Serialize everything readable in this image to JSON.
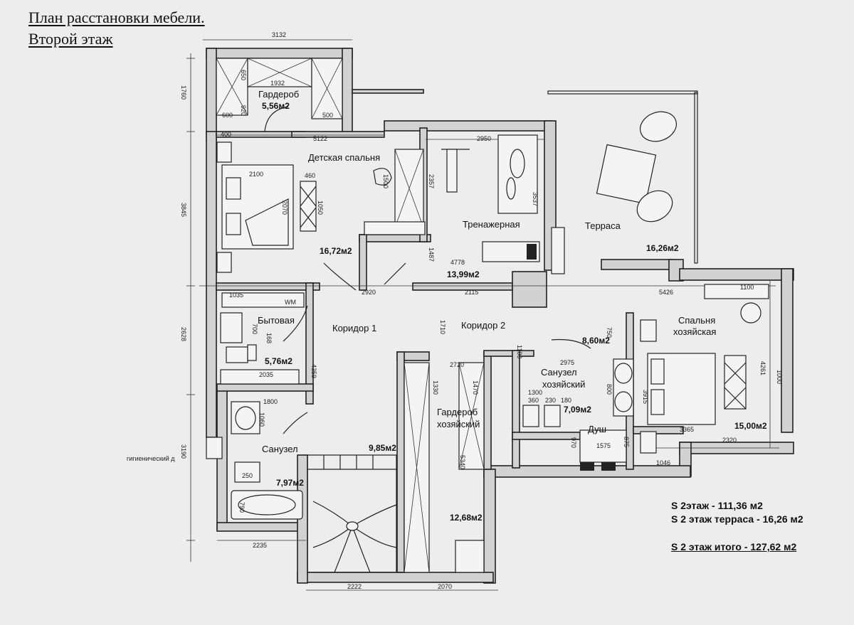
{
  "title_line1": "План расстановки мебели.",
  "title_line2": "Второй этаж",
  "rooms": {
    "wardrobe_top": {
      "name": "Гардероб",
      "area": "5,56м2"
    },
    "kids_bedroom": {
      "name": "Детская спальня",
      "area": "16,72м2"
    },
    "gym": {
      "name": "Тренажерная",
      "area": "13,99м2"
    },
    "terrace": {
      "name": "Терраса",
      "area": "16,26м2"
    },
    "laundry": {
      "name": "Бытовая",
      "area": "5,76м2"
    },
    "corridor1": {
      "name": "Коридор 1",
      "area": "9,85м2"
    },
    "corridor2": {
      "name": "Коридор 2",
      "area": "8,60м2"
    },
    "master_bedroom": {
      "name_line1": "Спальня",
      "name_line2": "хозяйская",
      "area": "15,00м2"
    },
    "master_bath": {
      "name_line1": "Санузел",
      "name_line2": "хозяйский",
      "area": "7,09м2"
    },
    "shower": {
      "name": "Душ"
    },
    "master_wardrobe": {
      "name_line1": "Гардероб",
      "name_line2": "хозяйский",
      "area": "12,68м2"
    },
    "bathroom": {
      "name": "Санузел",
      "area": "7,97м2"
    }
  },
  "annotations": {
    "hygienic": "гигиенический д",
    "wm": "WM"
  },
  "dimensions": {
    "d3132": "3132",
    "d1760": "1760",
    "d1932": "1932",
    "d600": "600",
    "d920": "920",
    "d500": "500",
    "d650": "650",
    "d400": "400",
    "d5122": "5122",
    "d2950": "2950",
    "d2100": "2100",
    "d460": "460",
    "d2070": "2070",
    "d1050": "1050",
    "d3845": "3845",
    "d1500": "1500",
    "d2357": "2357",
    "d3537": "3537",
    "d4778": "4778",
    "d1487": "1487",
    "d2920": "2920",
    "d2115": "2115",
    "d5426": "5426",
    "d1035": "1035",
    "d2628": "2628",
    "d4359": "4359",
    "d2035": "2035",
    "d1800": "1800",
    "d1060": "1060",
    "d3190": "3190",
    "d2235": "2235",
    "d2222": "2222",
    "d2070b": "2070",
    "d2720": "2720",
    "d2975": "2975",
    "d1330": "1330",
    "d1470": "1470",
    "d5340": "5340",
    "d1300": "1300",
    "d3915": "3915",
    "d4261": "4261",
    "d3365": "3365",
    "d2320": "2320",
    "d1575": "1575",
    "d970": "970",
    "d875": "875",
    "d1046": "1046",
    "d750": "750",
    "d800": "800",
    "d1000": "1000",
    "d1100": "1100",
    "d1710": "1710",
    "d168": "168",
    "d700": "700",
    "d360": "360",
    "d230": "230",
    "d180": "180",
    "d250": "250",
    "d790": "790",
    "d1100b": "1100"
  },
  "summary": {
    "line1": "S 2этаж  - 111,36 м2",
    "line2": "S 2 этаж терраса - 16,26 м2",
    "line3": "S 2 этаж итого - 127,62 м2"
  }
}
